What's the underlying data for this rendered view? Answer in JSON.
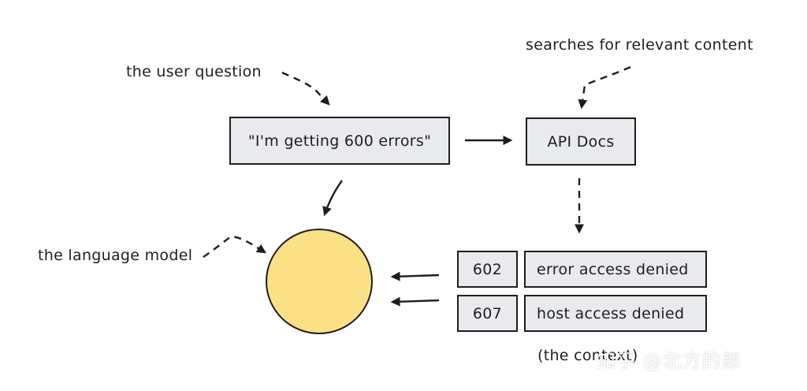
{
  "annotations": {
    "user_question": "the user question",
    "searches": "searches for relevant content",
    "language_model": "the language model",
    "context": "(the context)"
  },
  "nodes": {
    "query": "\"I'm getting 600 errors\"",
    "api_docs": "API Docs",
    "results": [
      {
        "code": "602",
        "message": "error access denied"
      },
      {
        "code": "607",
        "message": "host access denied"
      }
    ]
  },
  "watermark": "知乎 @北方的郎",
  "colors": {
    "box_fill": "#e8eaed",
    "circle_fill": "#fbe086",
    "stroke": "#1e1e1e"
  }
}
